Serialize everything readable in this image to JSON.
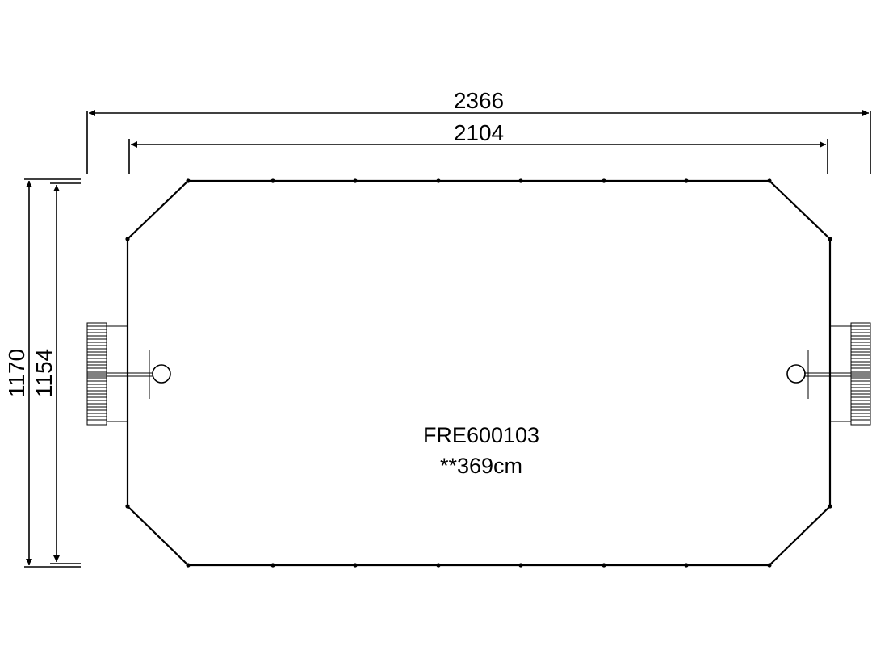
{
  "drawing": {
    "dimensions": {
      "outer_width": "2366",
      "inner_width": "2104",
      "outer_height": "1170",
      "inner_height": "1154"
    },
    "product_code": "FRE600103",
    "product_note": "**369cm"
  },
  "colors": {
    "line": "#000000",
    "background": "#ffffff"
  }
}
